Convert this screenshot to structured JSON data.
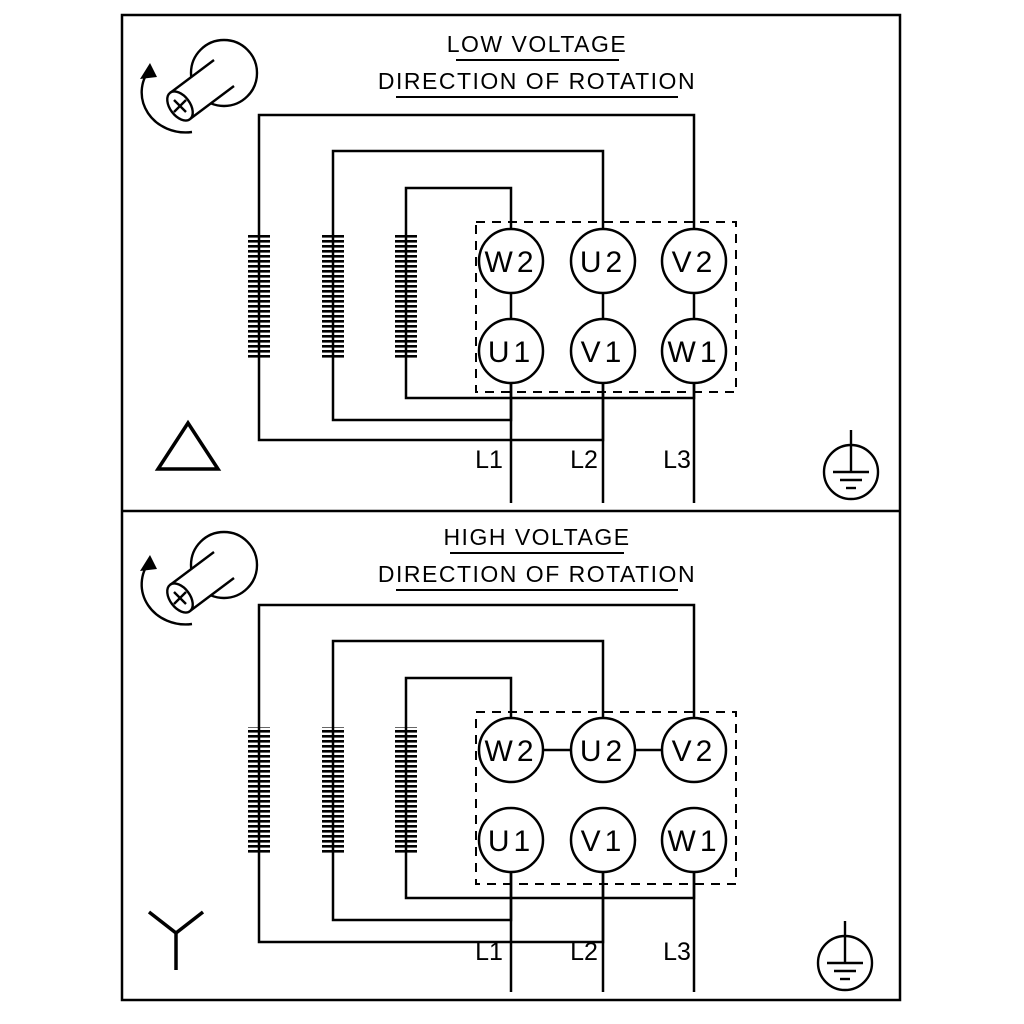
{
  "panels": [
    {
      "name": "LOW VOLTAGE",
      "subtitle": "DIRECTION OF ROTATION",
      "winding_connection": "delta",
      "terminals": {
        "top": [
          "W2",
          "U2",
          "V2"
        ],
        "bottom": [
          "U1",
          "V1",
          "W1"
        ]
      },
      "supply": [
        "L1",
        "L2",
        "L3"
      ]
    },
    {
      "name": "HIGH VOLTAGE",
      "subtitle": "DIRECTION OF ROTATION",
      "winding_connection": "star",
      "terminals": {
        "top": [
          "W2",
          "U2",
          "V2"
        ],
        "bottom": [
          "U1",
          "V1",
          "W1"
        ]
      },
      "supply": [
        "L1",
        "L2",
        "L3"
      ]
    }
  ],
  "colors": {
    "line": "#000000",
    "background": "#ffffff"
  }
}
